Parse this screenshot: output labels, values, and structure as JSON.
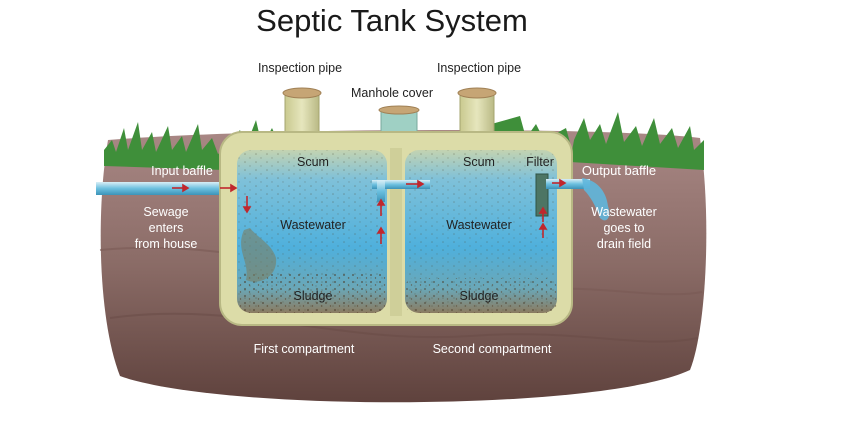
{
  "title": "Septic Tank System",
  "labels": {
    "inspection_pipe_left": "Inspection pipe",
    "inspection_pipe_right": "Inspection pipe",
    "manhole_cover": "Manhole cover",
    "input_baffle": "Input baffle",
    "sewage_lines": [
      "Sewage",
      "enters",
      "from house"
    ],
    "scum_left": "Scum",
    "scum_right": "Scum",
    "filter": "Filter",
    "output_baffle": "Output baffle",
    "wastewater_left": "Wastewater",
    "wastewater_right": "Wastewater",
    "drain_lines": [
      "Wastewater",
      "goes to",
      "drain field"
    ],
    "sludge_left": "Sludge",
    "sludge_right": "Sludge",
    "first_compartment": "First compartment",
    "second_compartment": "Second compartment"
  },
  "colors": {
    "soil_top": "#a07b77",
    "soil_bottom": "#6b4c46",
    "grass": "#3f8f3a",
    "tank": "#dcdca8",
    "water_top": "#b9cdb0",
    "water_mid": "#56b1da",
    "sludge": "#7d6d57",
    "arrow": "#c0272d",
    "pipe": "#5fb3d6",
    "cap": "#c8a979"
  }
}
